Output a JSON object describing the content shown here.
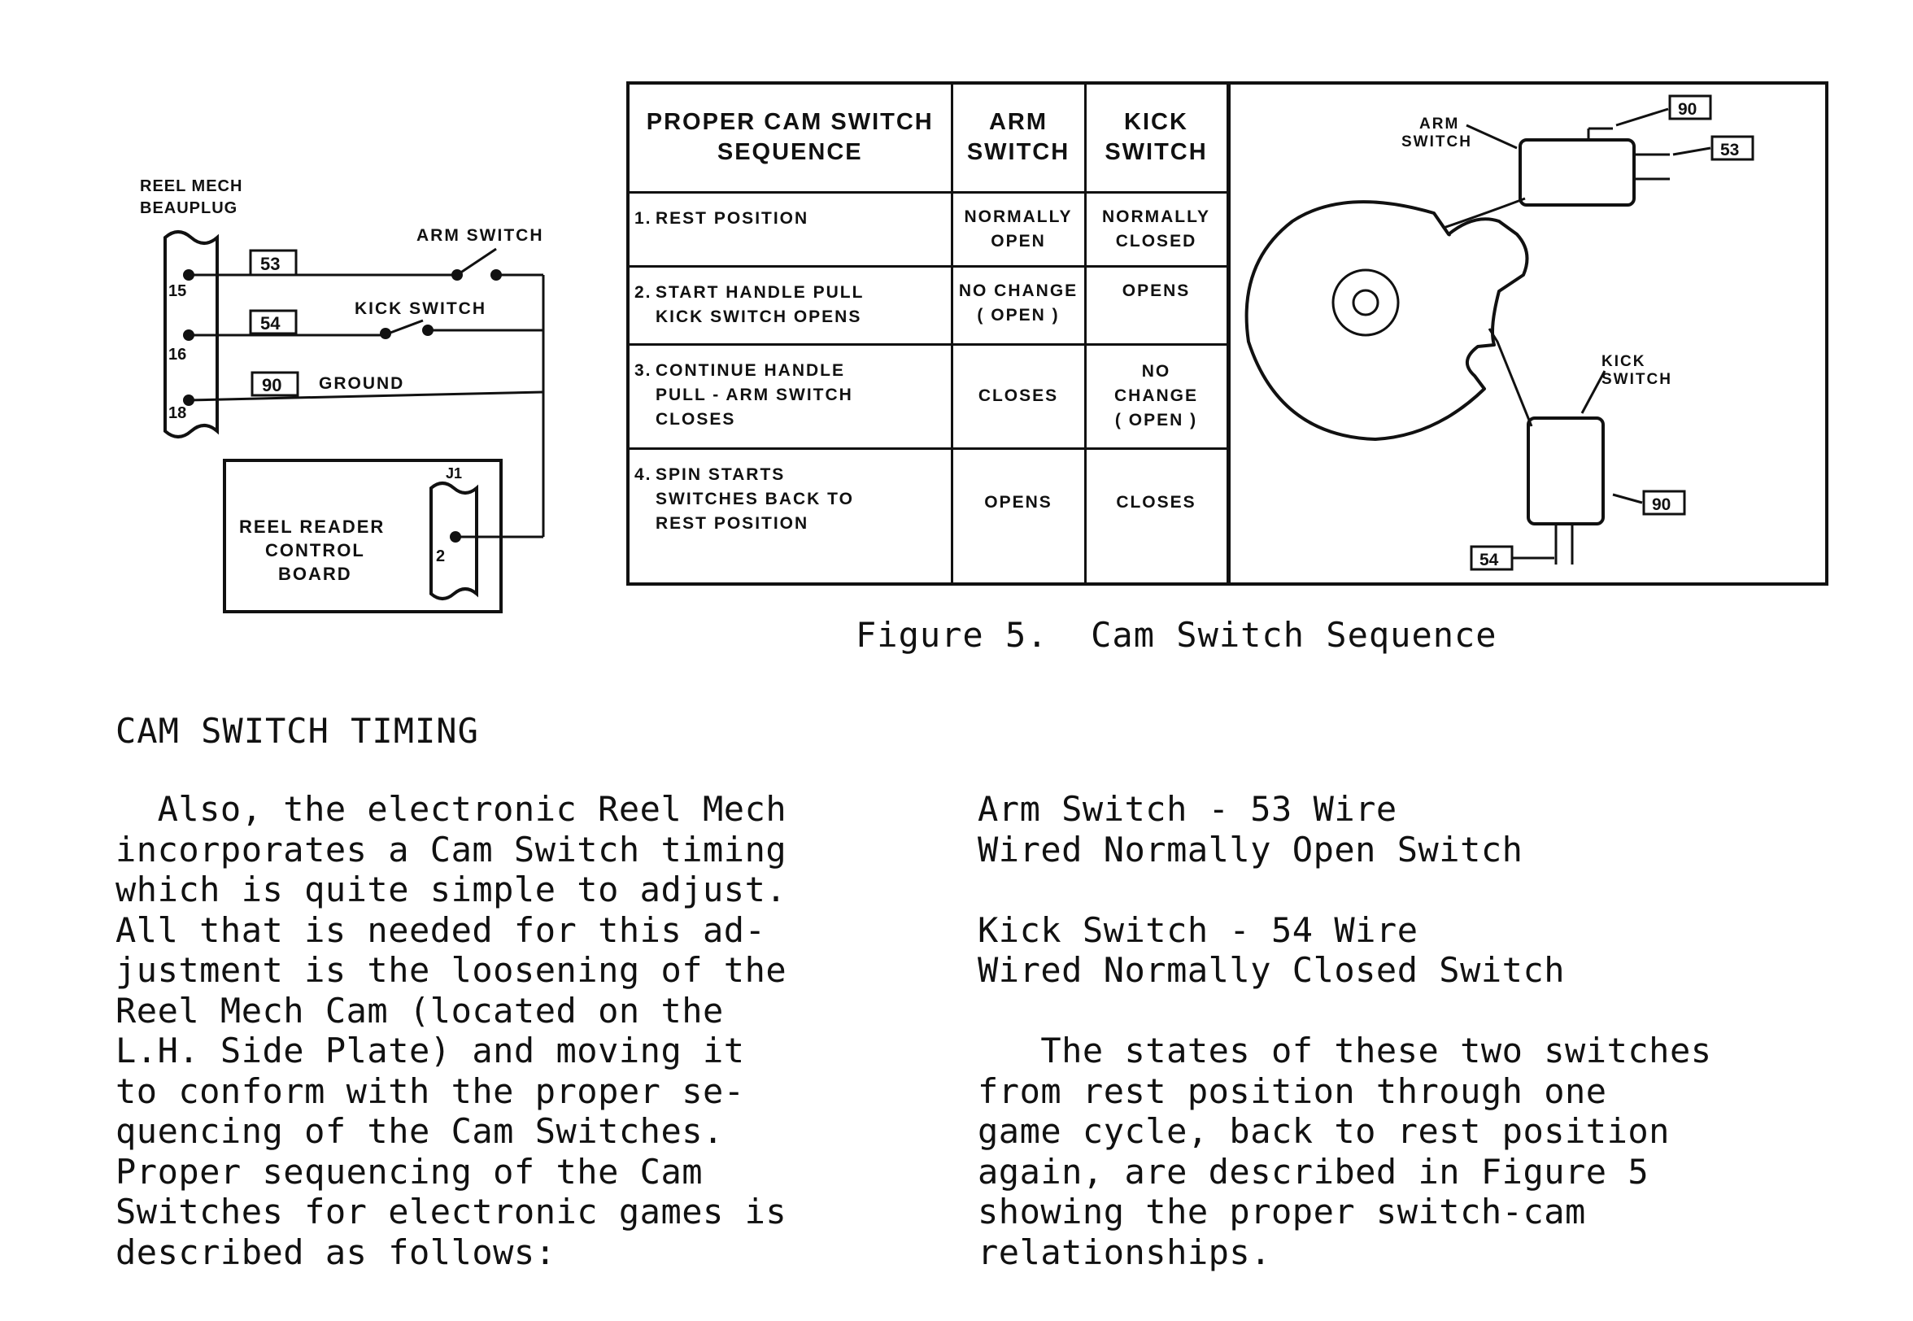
{
  "wiring": {
    "plug_label": [
      "REEL MECH",
      "BEAUPLUG"
    ],
    "pins": [
      "15",
      "16",
      "18"
    ],
    "wires": [
      "53",
      "54",
      "90"
    ],
    "arm_switch": "ARM SWITCH",
    "kick_switch": "KICK SWITCH",
    "ground": "GROUND",
    "board_label": [
      "REEL READER",
      "CONTROL",
      "BOARD"
    ],
    "connector": "J1",
    "connector_pin": "2"
  },
  "table": {
    "headers": [
      [
        "PROPER CAM SWITCH",
        "SEQUENCE"
      ],
      [
        "ARM",
        "SWITCH"
      ],
      [
        "KICK",
        "SWITCH"
      ]
    ],
    "rows": [
      {
        "num": "1.",
        "step": [
          "REST POSITION"
        ],
        "arm": [
          "NORMALLY",
          "OPEN"
        ],
        "kick": [
          "NORMALLY",
          "CLOSED"
        ]
      },
      {
        "num": "2.",
        "step": [
          "START HANDLE PULL",
          "KICK SWITCH OPENS"
        ],
        "arm": [
          "NO CHANGE",
          "( OPEN )"
        ],
        "kick": [
          "OPENS"
        ]
      },
      {
        "num": "3.",
        "step": [
          "CONTINUE HANDLE",
          "PULL - ARM SWITCH",
          "CLOSES"
        ],
        "arm": [
          "CLOSES"
        ],
        "kick": [
          "NO",
          "CHANGE",
          "( OPEN )"
        ]
      },
      {
        "num": "4.",
        "step": [
          "SPIN STARTS",
          "SWITCHES BACK TO",
          "REST POSITION"
        ],
        "arm": [
          "OPENS"
        ],
        "kick": [
          "CLOSES"
        ]
      }
    ]
  },
  "cam_diagram": {
    "arm_switch": [
      "ARM",
      "SWITCH"
    ],
    "kick_switch": [
      "KICK",
      "SWITCH"
    ],
    "tags": [
      "90",
      "53",
      "90",
      "54"
    ]
  },
  "caption": "Figure 5.  Cam Switch Sequence",
  "heading": "CAM SWITCH TIMING",
  "left_paragraph": [
    "  Also, the electronic Reel Mech",
    "incorporates a Cam Switch timing",
    "which is quite simple to adjust.",
    "All that is needed for this ad-",
    "justment is the loosening of the",
    "Reel Mech Cam (located on the",
    "L.H. Side Plate) and moving it",
    "to conform with the proper se-",
    "quencing of the Cam Switches.",
    "Proper sequencing of the Cam",
    "Switches for electronic games is",
    "described as follows:"
  ],
  "right_text": {
    "arm_line1": "Arm Switch - 53 Wire",
    "arm_line2": "Wired Normally Open Switch",
    "kick_line1": "Kick Switch - 54 Wire",
    "kick_line2": "Wired Normally Closed Switch",
    "paragraph": [
      "   The states of these two switches",
      "from rest position through one",
      "game cycle, back to rest position",
      "again, are described in Figure 5",
      "showing the proper switch-cam",
      "relationships."
    ]
  }
}
